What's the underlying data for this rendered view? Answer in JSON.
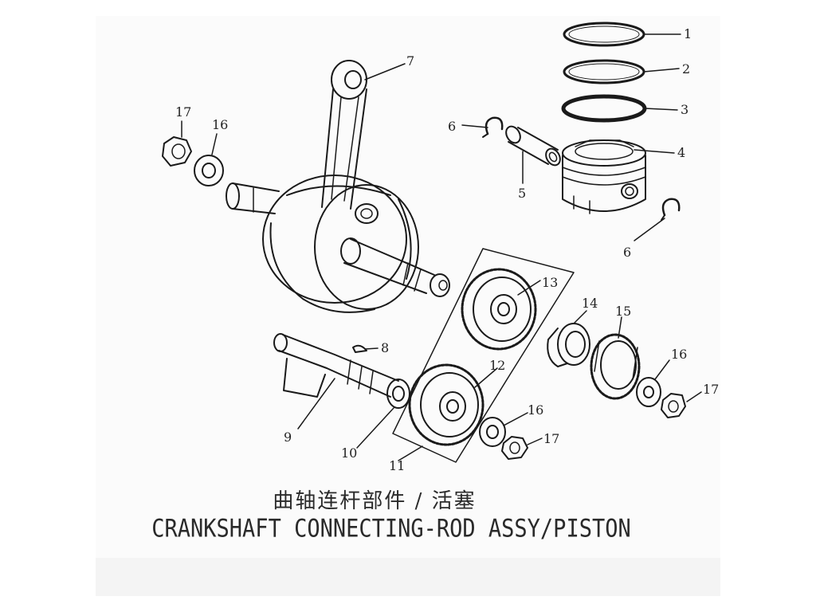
{
  "title_cn": "曲轴连杆部件 / 活塞",
  "title_en": "CRANKSHAFT CONNECTING-ROD ASSY/PISTON",
  "callouts": [
    "1",
    "2",
    "3",
    "4",
    "5",
    "6",
    "6",
    "7",
    "8",
    "9",
    "10",
    "11",
    "12",
    "13",
    "14",
    "15",
    "16",
    "16",
    "16",
    "17",
    "17",
    "17"
  ]
}
